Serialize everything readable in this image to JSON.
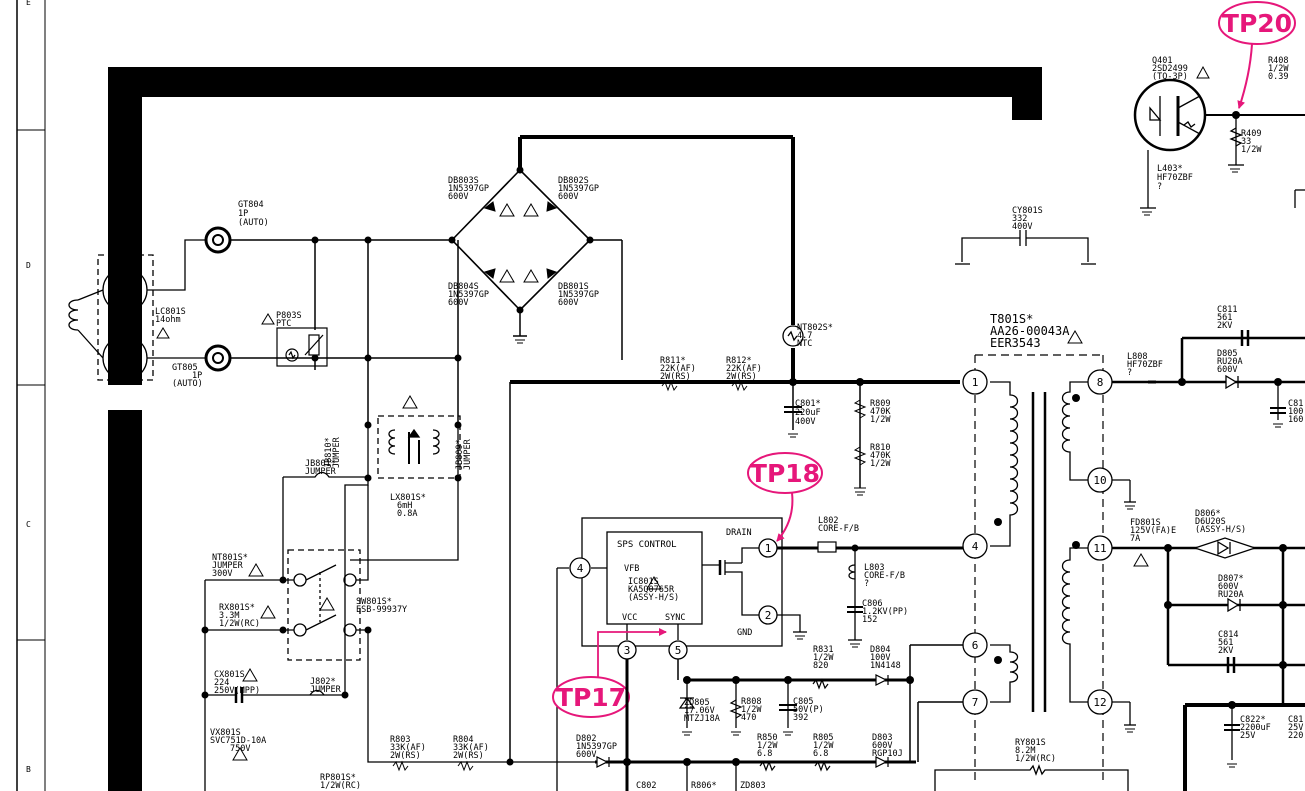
{
  "edge_letters": [
    "E",
    "D",
    "C",
    "B"
  ],
  "test_points": [
    "TP20",
    "TP18",
    "TP17"
  ],
  "ic": {
    "block_title": "SPS CONTROL",
    "ref": "IC801S",
    "part": "KA5Q0765R",
    "assy": "(ASSY-H/S)",
    "pins": {
      "vfb": "VFB",
      "vcc": "VCC",
      "sync": "SYNC",
      "drain": "DRAIN",
      "gnd": "GND",
      "n1": "1",
      "n2": "2",
      "n3": "3",
      "n4": "4",
      "n5": "5"
    }
  },
  "transformer": {
    "label": [
      "T801S*",
      "AA26-00043A",
      "EER3543"
    ],
    "pins": [
      "1",
      "4",
      "6",
      "7",
      "8",
      "10",
      "11",
      "12"
    ]
  },
  "labels": {
    "q401": [
      "Q401",
      "2SD2499",
      "(TO-3P)"
    ],
    "r408": [
      "R408",
      "1/2W",
      "0.39"
    ],
    "r409": [
      "R409",
      "33",
      "1/2W"
    ],
    "l403": [
      "L403*",
      "HF70ZBF",
      "?"
    ],
    "gt804": [
      "GT804",
      "1P",
      "(AUTO)"
    ],
    "gt805": [
      "GT805",
      "1P",
      "(AUTO)"
    ],
    "lc801": [
      "LC801S",
      "14ohm"
    ],
    "p803": [
      "P803S",
      "PTC"
    ],
    "db803": [
      "DB803S",
      "1N5397GP",
      "600V"
    ],
    "db802": [
      "DB802S",
      "1N5397GP",
      "600V"
    ],
    "db804": [
      "DB804S",
      "1N5397GP",
      "600V"
    ],
    "db801": [
      "DB801S",
      "1N5397GP",
      "600V"
    ],
    "cy801": [
      "CY801S",
      "332",
      "400V"
    ],
    "nt802": [
      "NT802S*",
      "4.7",
      "NTC"
    ],
    "r811": [
      "R811*",
      "22K(AF)",
      "2W(RS)"
    ],
    "r812": [
      "R812*",
      "22K(AF)",
      "2W(RS)"
    ],
    "c801": [
      "C801*",
      "220uF",
      "400V"
    ],
    "r809": [
      "R809",
      "470K",
      "1/2W"
    ],
    "r810": [
      "R810",
      "470K",
      "1/2W"
    ],
    "c811": [
      "C811",
      "561",
      "2KV"
    ],
    "l808": [
      "L808",
      "HF70ZBF",
      "?"
    ],
    "d805": [
      "D805",
      "RU20A",
      "600V"
    ],
    "c81x": [
      "C81",
      "100",
      "160"
    ],
    "jb810": [
      "JB810*",
      "JUMPER"
    ],
    "jb809": [
      "JB809*",
      "JUMPER"
    ],
    "jb801": [
      "JB801*",
      "JUMPER"
    ],
    "lx801": [
      "LX801S*",
      "6mH",
      "0.8A"
    ],
    "nt801": [
      "NT801S*",
      "JUMPER",
      "300V"
    ],
    "rx801": [
      "RX801S*",
      "3.3M",
      "1/2W(RC)"
    ],
    "sw801": [
      "SW801S*",
      "ESB-99937Y"
    ],
    "cx801": [
      "CX801S",
      "224",
      "250V(MPP)"
    ],
    "j802": [
      "J802*",
      "JUMPER"
    ],
    "vx801": [
      "VX801S",
      "SVC751D-10A",
      "750V"
    ],
    "rp801": [
      "RP801S*",
      "1/2W(RC)"
    ],
    "r803": [
      "R803",
      "33K(AF)",
      "2W(RS)"
    ],
    "r804": [
      "R804",
      "33K(AF)",
      "2W(RS)"
    ],
    "l802": [
      "L802",
      "CORE-F/B"
    ],
    "l803": [
      "L803",
      "CORE-F/B",
      "?"
    ],
    "c806": [
      "C806",
      "1.2KV(PP)",
      "152"
    ],
    "r831": [
      "R831",
      "1/2W",
      "820"
    ],
    "d804": [
      "D804",
      "100V",
      "1N4148"
    ],
    "zd805": [
      "ZD805",
      "17.06V",
      "MTZJ18A"
    ],
    "r808": [
      "R808",
      "1/2W",
      "470"
    ],
    "c805": [
      "C805",
      "50V(P)",
      "392"
    ],
    "d802": [
      "D802",
      "1N5397GP",
      "600V"
    ],
    "r850": [
      "R850",
      "1/2W",
      "6.8"
    ],
    "r805": [
      "R805",
      "1/2W",
      "6.8"
    ],
    "d803": [
      "D803",
      "600V",
      "RGP10J"
    ],
    "ry801": [
      "RY801S",
      "8.2M",
      "1/2W(RC)"
    ],
    "fd801": [
      "FD801S",
      "125V(FA)E",
      "7A"
    ],
    "d806": [
      "D806*",
      "D6U20S",
      "(ASSY-H/S)"
    ],
    "d807": [
      "D807*",
      "600V",
      "RU20A"
    ],
    "c814": [
      "C814",
      "561",
      "2KV"
    ],
    "c822": [
      "C822*",
      "2200uF",
      "25V"
    ],
    "c81y": [
      "C81",
      "25V",
      "220"
    ],
    "c802": [
      "C802"
    ],
    "r806": [
      "R806*"
    ],
    "zd803": [
      "ZD803"
    ]
  },
  "colors": {
    "line": "#000000",
    "test_point": "#e6177a"
  }
}
